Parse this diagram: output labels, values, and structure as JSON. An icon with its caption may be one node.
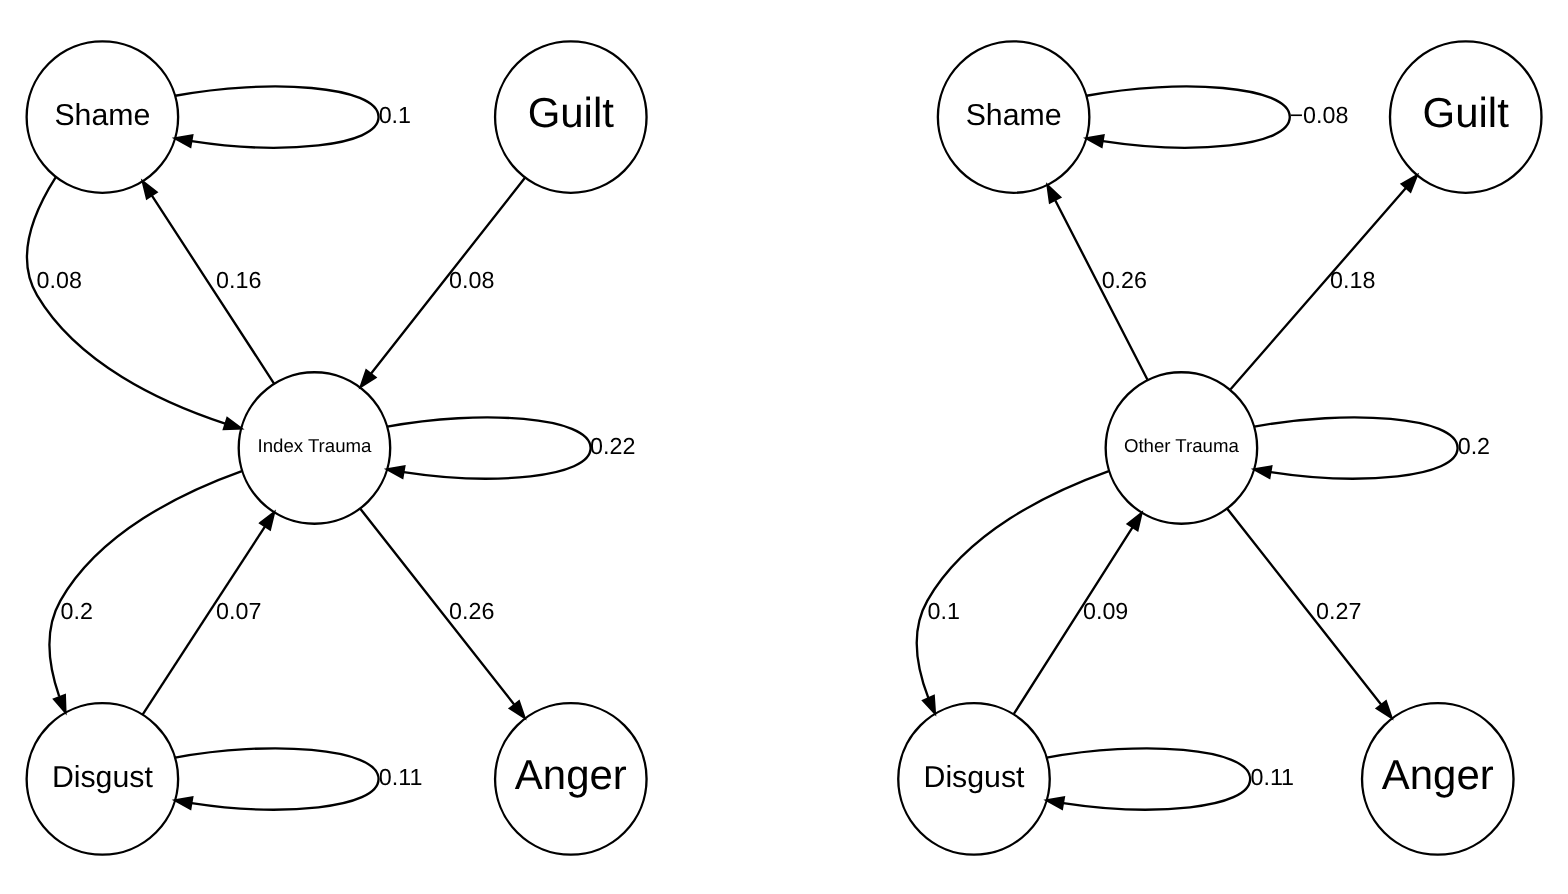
{
  "diagram": {
    "nodes": [
      {
        "text": [
          "Shame"
        ]
      },
      {
        "text": [
          "Guilt"
        ]
      },
      {
        "text": [
          "Index Trauma"
        ]
      },
      {
        "text": [
          "Disgust"
        ]
      },
      {
        "text": [
          "Anger"
        ]
      },
      {
        "text": [
          "Shame"
        ]
      },
      {
        "text": [
          "Guilt"
        ]
      },
      {
        "text": [
          "Other Trauma"
        ]
      },
      {
        "text": [
          "Disgust"
        ]
      },
      {
        "text": [
          "Anger"
        ]
      }
    ],
    "edges": [
      {
        "from": 0,
        "to": 0,
        "arrow": "to",
        "label": "0.1"
      },
      {
        "from": 0,
        "to": 2,
        "arrow": "to",
        "label": "0.08"
      },
      {
        "from": 2,
        "to": 0,
        "arrow": "to",
        "label": "0.16"
      },
      {
        "from": 2,
        "to": 2,
        "arrow": "to",
        "label": "0.22"
      },
      {
        "from": 1,
        "to": 2,
        "arrow": "to",
        "label": "0.08"
      },
      {
        "from": 2,
        "to": 3,
        "arrow": "to",
        "label": "0.2"
      },
      {
        "from": 3,
        "to": 2,
        "arrow": "to",
        "label": "0.07"
      },
      {
        "from": 2,
        "to": 4,
        "arrow": "to",
        "label": "0.26"
      },
      {
        "from": 3,
        "to": 3,
        "arrow": "to",
        "label": "0.11"
      },
      {
        "from": 5,
        "to": 5,
        "arrow": "to",
        "label": "−0.08"
      },
      {
        "from": 7,
        "to": 5,
        "arrow": "to",
        "label": "0.26"
      },
      {
        "from": 7,
        "to": 7,
        "arrow": "to",
        "label": "0.2"
      },
      {
        "from": 7,
        "to": 6,
        "arrow": "to",
        "label": "0.18"
      },
      {
        "from": 7,
        "to": 8,
        "arrow": "to",
        "label": "0.1"
      },
      {
        "from": 8,
        "to": 7,
        "arrow": "to",
        "label": "0.09"
      },
      {
        "from": 7,
        "to": 9,
        "arrow": "to",
        "label": "0.27"
      },
      {
        "from": 8,
        "to": 8,
        "arrow": "to",
        "label": "0.11"
      }
    ]
  }
}
